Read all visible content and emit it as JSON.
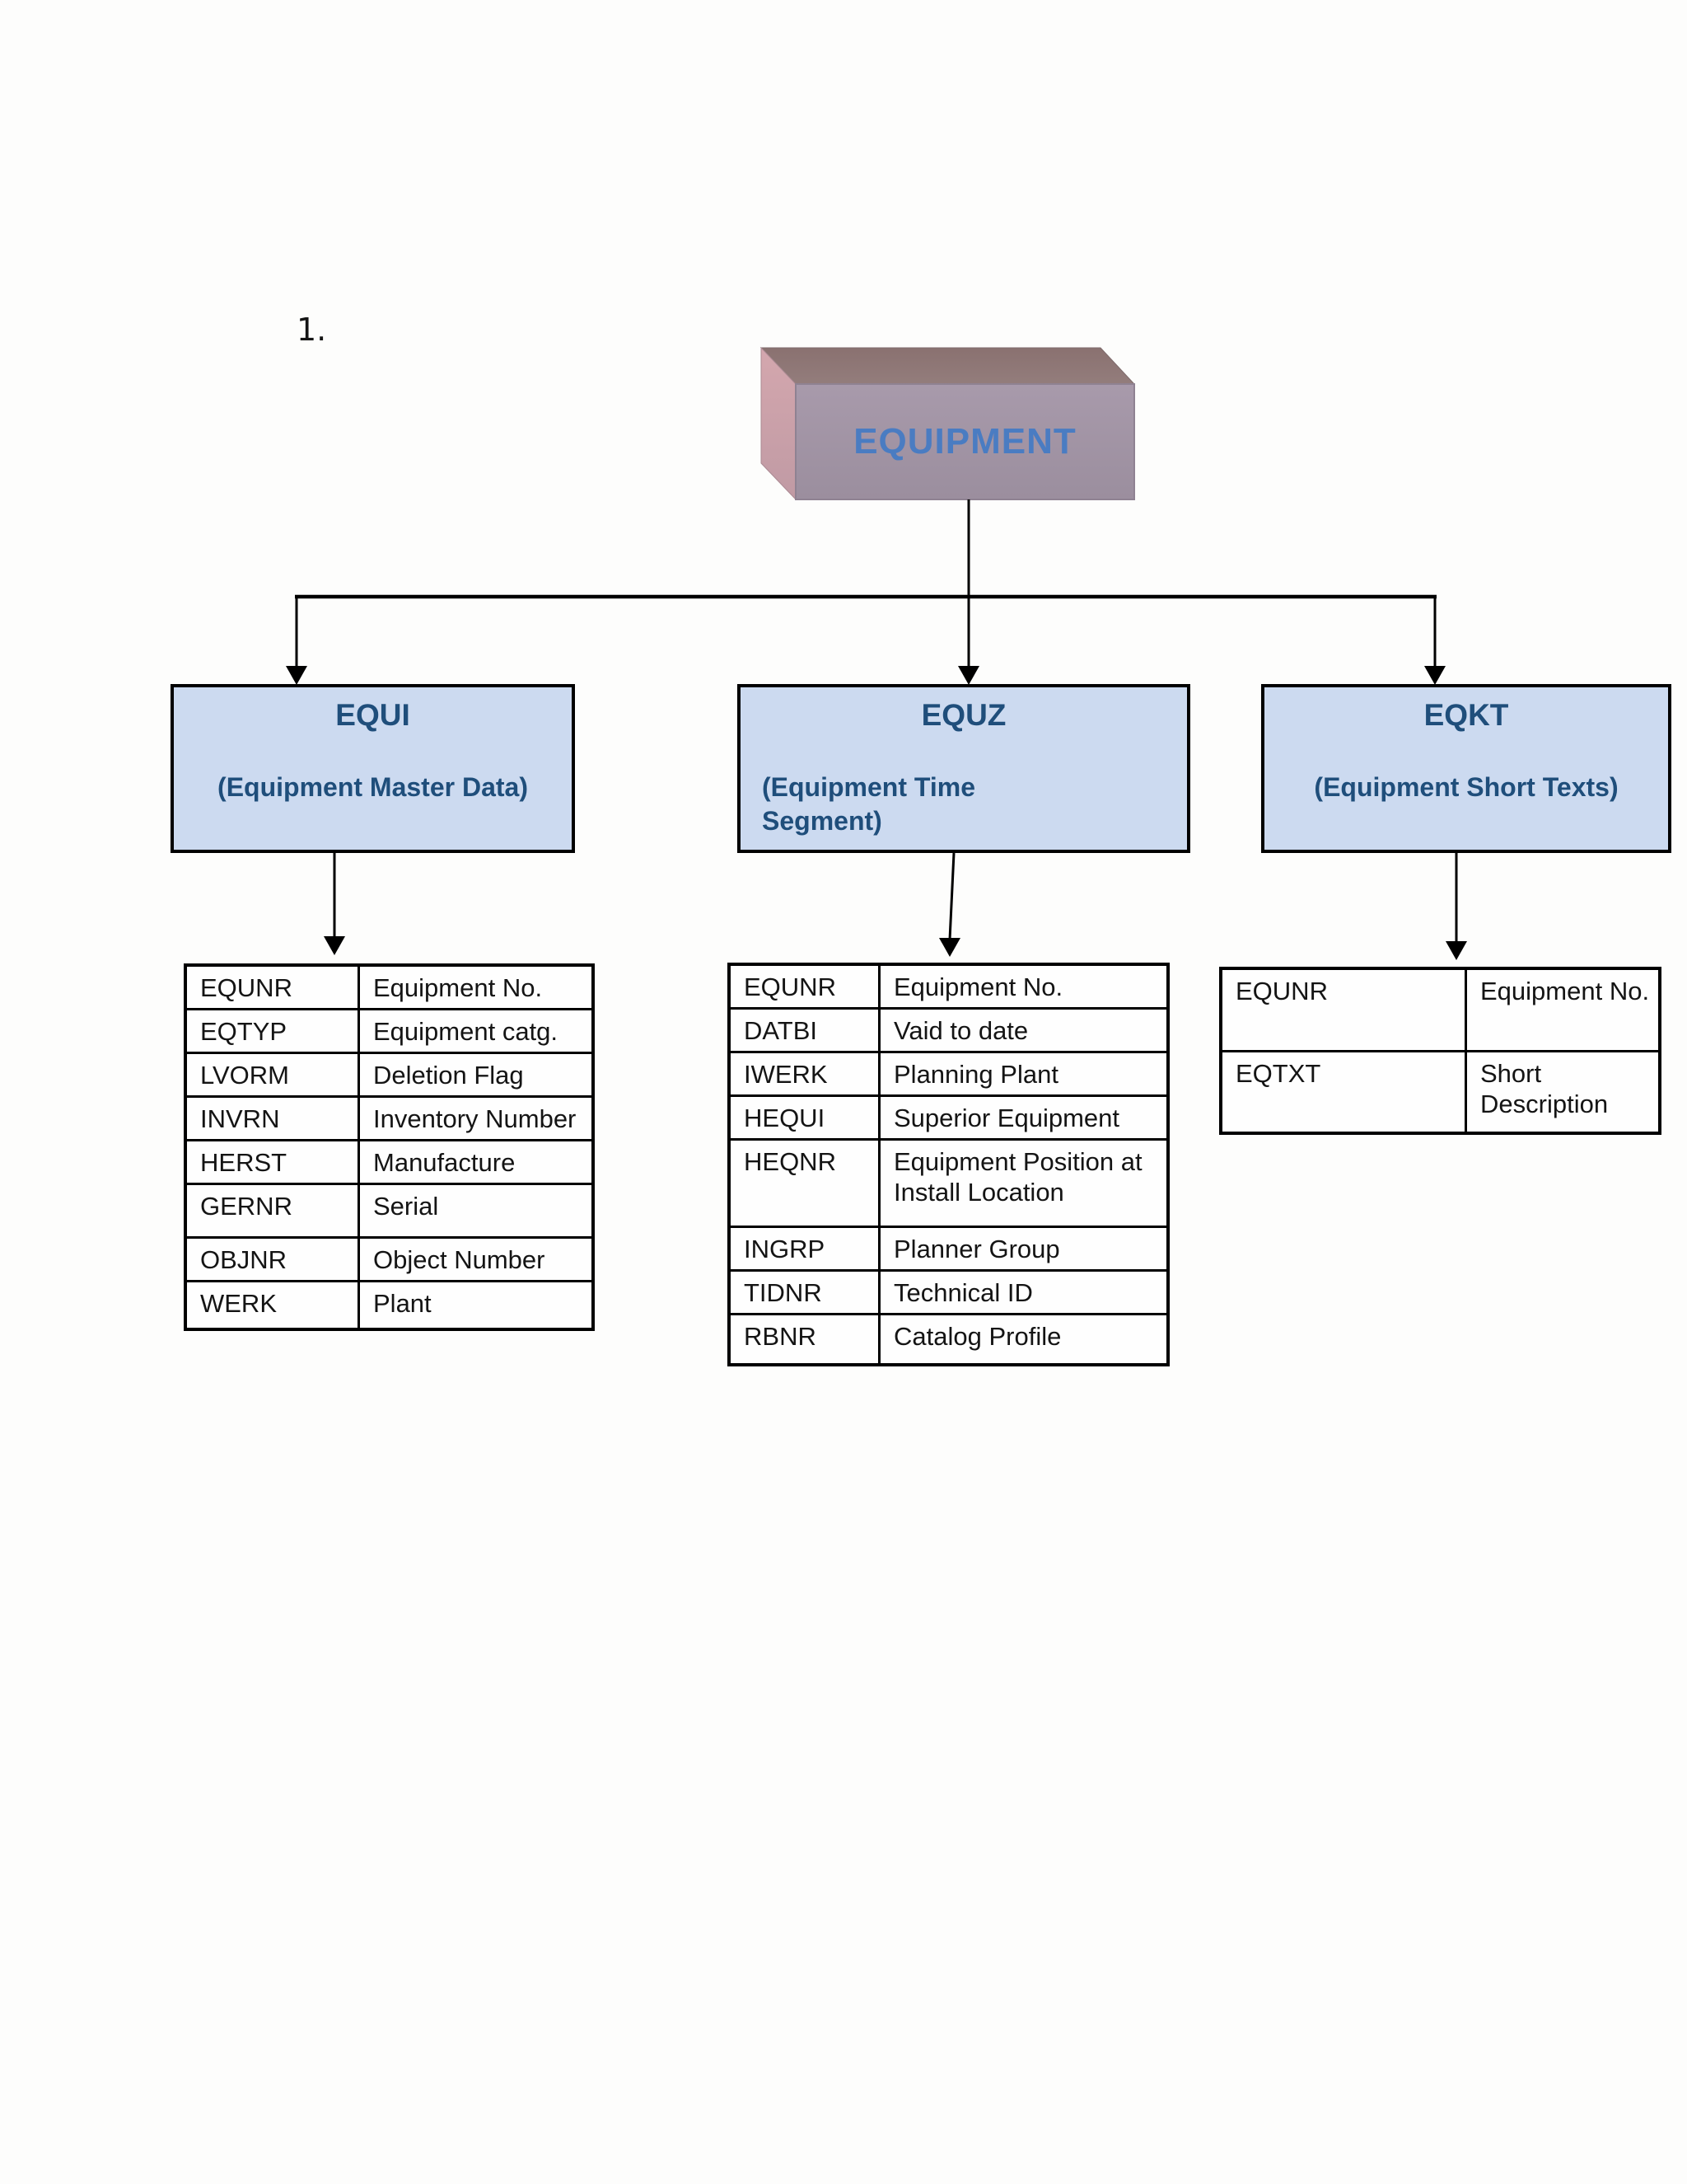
{
  "page": {
    "number_label": "1."
  },
  "root_node": {
    "label": "EQUIPMENT"
  },
  "colors": {
    "node_fill": "#ccdaf0",
    "node_border": "#000000",
    "node_text": "#1f4e7b",
    "root_label_text": "#4a7cc2",
    "cube_top_dark": "#8a7170",
    "cube_top_light": "#927b7a",
    "cube_left_light": "#d4a7ae",
    "cube_left_dark": "#c09aa4",
    "cube_front_light": "#a89aab",
    "cube_front_dark": "#9b8e9e",
    "line_color": "#000000"
  },
  "nodes": [
    {
      "title": "EQUI",
      "subtitle": "(Equipment Master Data)",
      "fields": [
        [
          "EQUNR",
          "Equipment No."
        ],
        [
          "EQTYP",
          "Equipment catg."
        ],
        [
          "LVORM",
          "Deletion Flag"
        ],
        [
          "INVRN",
          "Inventory Number"
        ],
        [
          "HERST",
          "Manufacture"
        ],
        [
          "GERNR",
          "Serial"
        ],
        [
          "OBJNR",
          "Object Number"
        ],
        [
          "WERK",
          "Plant"
        ]
      ]
    },
    {
      "title": "EQUZ",
      "subtitle": "(Equipment Time Segment)",
      "fields": [
        [
          "EQUNR",
          "Equipment No."
        ],
        [
          "DATBI",
          "Vaid to date"
        ],
        [
          "IWERK",
          "Planning Plant"
        ],
        [
          "HEQUI",
          "Superior Equipment"
        ],
        [
          "HEQNR",
          "Equipment Position at Install Location"
        ],
        [
          "INGRP",
          "Planner Group"
        ],
        [
          "TIDNR",
          "Technical ID"
        ],
        [
          "RBNR",
          "Catalog Profile"
        ]
      ]
    },
    {
      "title": "EQKT",
      "subtitle": "(Equipment Short Texts)",
      "fields": [
        [
          "EQUNR",
          "Equipment No."
        ],
        [
          "EQTXT",
          "Short Description"
        ]
      ]
    }
  ]
}
